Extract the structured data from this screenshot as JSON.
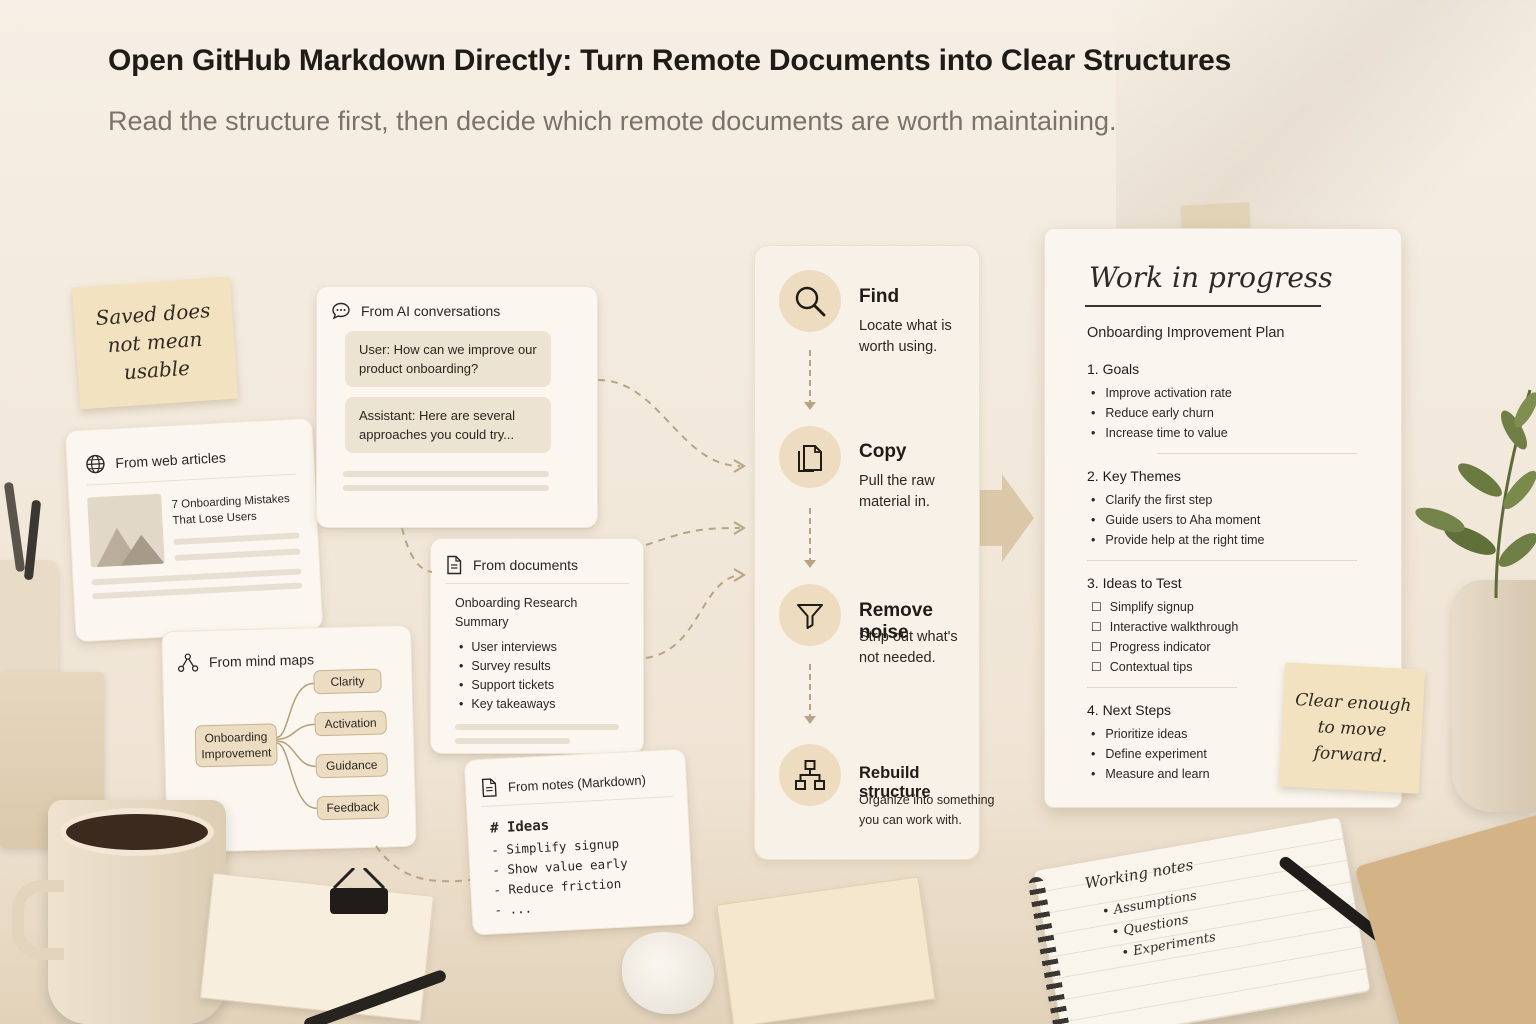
{
  "header": {
    "title": "Open GitHub Markdown Directly: Turn Remote Documents into Clear Structures",
    "subtitle": "Read the structure first, then decide which remote documents are worth maintaining."
  },
  "sticky_left": {
    "lines": [
      "Saved does",
      "not mean",
      "usable"
    ]
  },
  "sticky_right": {
    "lines": [
      "Clear enough",
      "to move",
      "forward."
    ]
  },
  "sources": {
    "ai": {
      "title": "From AI conversations",
      "user_msg": "User: How can we improve our product onboarding?",
      "assistant_msg": "Assistant: Here are several approaches you could try..."
    },
    "web": {
      "title": "From web articles",
      "article": "7 Onboarding Mistakes That Lose Users"
    },
    "documents": {
      "title": "From documents",
      "doc_title": "Onboarding Research Summary",
      "items": [
        "User interviews",
        "Survey results",
        "Support tickets",
        "Key takeaways"
      ]
    },
    "mindmap": {
      "title": "From mind maps",
      "center": "Onboarding Improvement",
      "branches": [
        "Clarity",
        "Activation",
        "Guidance",
        "Feedback"
      ]
    },
    "notes": {
      "title": "From notes (Markdown)",
      "heading": "# Ideas",
      "items": [
        "- Simplify signup",
        "- Show value early",
        "- Reduce friction",
        "- ..."
      ]
    }
  },
  "flow": {
    "steps": [
      {
        "title": "Find",
        "desc": "Locate what is worth using.",
        "icon": "search-icon"
      },
      {
        "title": "Copy",
        "desc": "Pull the raw material in.",
        "icon": "copy-icon"
      },
      {
        "title": "Remove noise",
        "desc": "Strip out what's not needed.",
        "icon": "filter-icon"
      },
      {
        "title": "Rebuild structure",
        "desc": "Organize into something you can work with.",
        "icon": "structure-icon"
      }
    ]
  },
  "plan": {
    "heading": "Work in progress",
    "title": "Onboarding Improvement Plan",
    "sections": [
      {
        "title": "1.  Goals",
        "items": [
          "Improve activation rate",
          "Reduce early churn",
          "Increase time to value"
        ]
      },
      {
        "title": "2.  Key Themes",
        "items": [
          "Clarify the first step",
          "Guide users to Aha moment",
          "Provide help at the right time"
        ]
      },
      {
        "title": "3.  Ideas to Test",
        "items": [
          "Simplify signup",
          "Interactive walkthrough",
          "Progress indicator",
          "Contextual tips"
        ]
      },
      {
        "title": "4.  Next Steps",
        "items": [
          "Prioritize ideas",
          "Define experiment",
          "Measure and learn"
        ]
      }
    ]
  },
  "notebook": {
    "title": "Working notes",
    "items": [
      "• Assumptions",
      "• Questions",
      "• Experiments"
    ]
  },
  "colors": {
    "accent": "#c9b28e",
    "paper": "#fbf7f0",
    "sticky": "#f3e2bf"
  }
}
